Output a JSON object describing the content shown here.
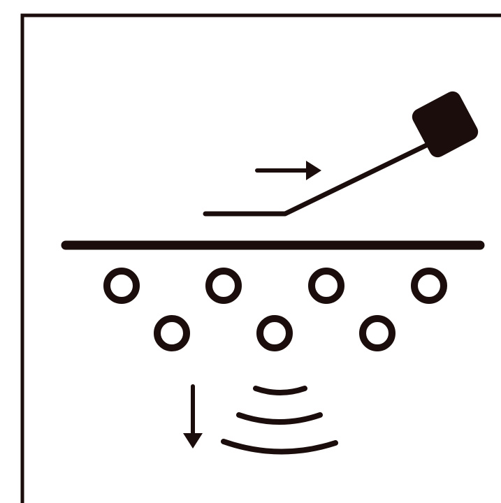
{
  "diagram": {
    "stroke_color": "#1a0d0b",
    "background_color": "#ffffff",
    "icons": {
      "frame": "frame-border",
      "direction_arrow": "right-arrow-icon",
      "sensor_head": "sensor-head-icon",
      "surface": "surface-line",
      "particles": "particle-ring-icon",
      "downward_arrow": "down-arrow-icon",
      "waves": "signal-wave-icon"
    },
    "particle_count": 7,
    "wave_count": 3
  }
}
